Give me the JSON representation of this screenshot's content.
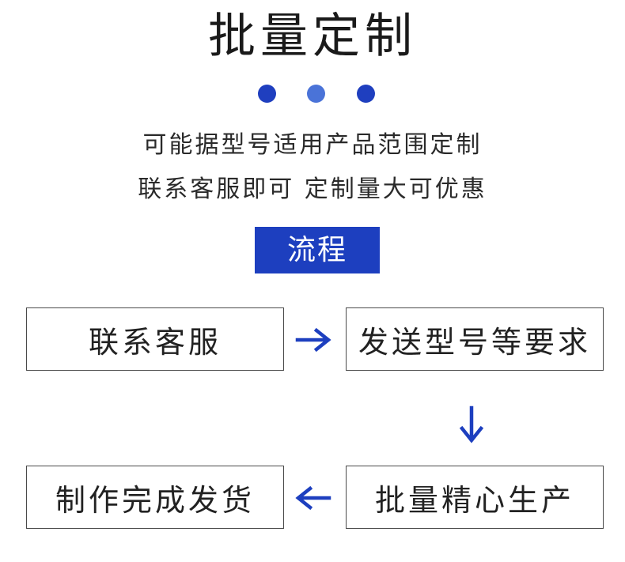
{
  "header": {
    "title": "批量定制"
  },
  "intro": {
    "line1": "可能据型号适用产品范围定制",
    "line2": "联系客服即可 定制量大可优惠"
  },
  "process": {
    "label": "流程",
    "steps": [
      "联系客服",
      "发送型号等要求",
      "批量精心生产",
      "制作完成发货"
    ]
  },
  "colors": {
    "accent": "#1d3fbf",
    "dot_left": "#1f3fbf",
    "dot_middle": "#4a73d8",
    "dot_right": "#1f3fbf",
    "border": "#4a4a4a"
  },
  "icons": {
    "flow_arrows": [
      "arrow-right-icon",
      "arrow-down-icon",
      "arrow-left-icon"
    ]
  }
}
